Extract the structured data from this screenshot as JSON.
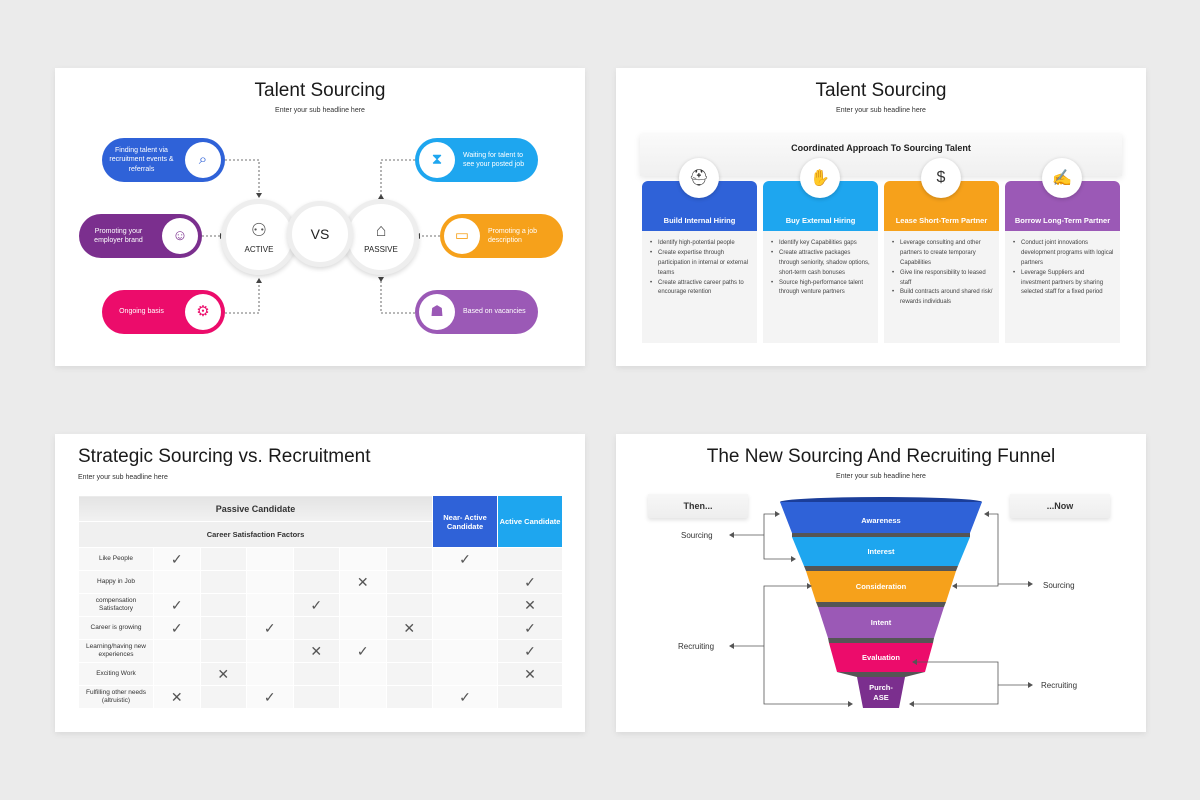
{
  "slide1": {
    "title": "Talent Sourcing",
    "subtitle": "Enter your sub headline here",
    "vs": "VS",
    "active": {
      "label": "ACTIVE",
      "icon": "network-people-icon"
    },
    "passive": {
      "label": "PASSIVE",
      "icon": "sleeping-person-icon"
    },
    "left_pills": [
      {
        "text": "Finding talent via recruitment events & referrals",
        "color": "#2f62d8",
        "icon": "magnifier-icon"
      },
      {
        "text": "Promoting your employer brand",
        "color": "#7b2f8e",
        "icon": "presenter-icon"
      },
      {
        "text": "Ongoing basis",
        "color": "#ec0c6b",
        "icon": "gear-icon"
      }
    ],
    "right_pills": [
      {
        "text": "Waiting for talent to see your posted job",
        "color": "#1ea6ef",
        "icon": "hourglass-icon"
      },
      {
        "text": "Promoting a job description",
        "color": "#f6a11b",
        "icon": "laptop-icon"
      },
      {
        "text": "Based on vacancies",
        "color": "#9b59b6",
        "icon": "person-reading-icon"
      }
    ]
  },
  "slide2": {
    "title": "Talent Sourcing",
    "subtitle": "Enter your sub headline here",
    "banner": "Coordinated Approach To Sourcing Talent",
    "columns": [
      {
        "title": "Build Internal Hiring",
        "color": "#2f62d8",
        "icon": "worker-icon",
        "bullets": [
          "Identify high-potential people",
          "Create expertise through participation in internal or external teams",
          "Create attractive career paths to encourage retention"
        ]
      },
      {
        "title": "Buy External Hiring",
        "color": "#1ea6ef",
        "icon": "money-hand-icon",
        "bullets": [
          "Identify key Capabilities gaps",
          "Create attractive packages through seniority, shadow options, short-term cash bonuses",
          "Source high-performance talent through venture partners"
        ]
      },
      {
        "title": "Lease Short-Term Partner",
        "color": "#f6a11b",
        "icon": "coin-hand-icon",
        "bullets": [
          "Leverage consulting and other partners to create temporary Capabilities",
          "Give line responsibility to leased staff",
          "Build contracts around shared risk/ rewards individuals"
        ]
      },
      {
        "title": "Borrow Long-Term Partner",
        "color": "#9b59b6",
        "icon": "handshake-icon",
        "bullets": [
          "Conduct joint innovations development programs with logical partners",
          "Leverage Suppliers and investment partners by sharing selected staff for a fixed period"
        ]
      }
    ]
  },
  "slide3": {
    "title": "Strategic Sourcing vs. Recruitment",
    "subtitle": "Enter your sub headline here",
    "passive_header": "Passive Candidate",
    "factors_header": "Career Satisfaction Factors",
    "near_header": "Near- Active Candidate",
    "active_header": "Active Candidate",
    "rows": [
      {
        "label": "Like People",
        "cells": [
          "✓",
          "",
          "",
          "",
          "",
          "",
          "✓",
          ""
        ]
      },
      {
        "label": "Happy in Job",
        "cells": [
          "",
          "",
          "",
          "",
          "✕",
          "",
          "",
          "✓"
        ]
      },
      {
        "label": "compensation Satisfactory",
        "cells": [
          "✓",
          "",
          "",
          "✓",
          "",
          "",
          "",
          "✕"
        ]
      },
      {
        "label": "Career is growing",
        "cells": [
          "✓",
          "",
          "✓",
          "",
          "",
          "✕",
          "",
          "✓"
        ]
      },
      {
        "label": "Learning/having new experiences",
        "cells": [
          "",
          "",
          "",
          "✕",
          "✓",
          "",
          "",
          "✓"
        ]
      },
      {
        "label": "Exciting Work",
        "cells": [
          "",
          "✕",
          "",
          "",
          "",
          "",
          "",
          "✕"
        ]
      },
      {
        "label": "Fulfilling other needs (altruistic)",
        "cells": [
          "✕",
          "",
          "✓",
          "",
          "",
          "",
          "✓",
          ""
        ]
      }
    ]
  },
  "slide4": {
    "title": "The New Sourcing And Recruiting Funnel",
    "subtitle": "Enter your sub headline here",
    "then_label": "Then...",
    "now_label": "...Now",
    "left_sourcing": "Sourcing",
    "left_recruiting": "Recruiting",
    "right_sourcing": "Sourcing",
    "right_recruiting": "Recruiting",
    "stages": [
      {
        "label": "Awareness",
        "color": "#2f62d8"
      },
      {
        "label": "Interest",
        "color": "#1ea6ef"
      },
      {
        "label": "Consideration",
        "color": "#f6a11b"
      },
      {
        "label": "Intent",
        "color": "#9b59b6"
      },
      {
        "label": "Evaluation",
        "color": "#ec0c6b"
      },
      {
        "label": "Purch- ASE",
        "color": "#7b2f8e"
      }
    ]
  }
}
